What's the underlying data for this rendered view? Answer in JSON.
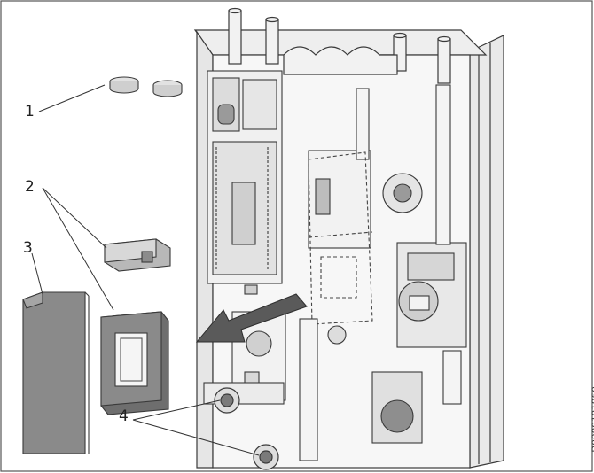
{
  "callouts": {
    "c1": "1",
    "c2": "2",
    "c3": "3",
    "c4": "4"
  },
  "document_id": "D0000101960",
  "colors": {
    "line": "#3a3a3a",
    "fill_light": "#f2f2f2",
    "fill_mid": "#bdbdbd",
    "fill_dark": "#6e6e6e",
    "fill_cover": "#8a8a8a",
    "arrow": "#5a5a5a"
  }
}
